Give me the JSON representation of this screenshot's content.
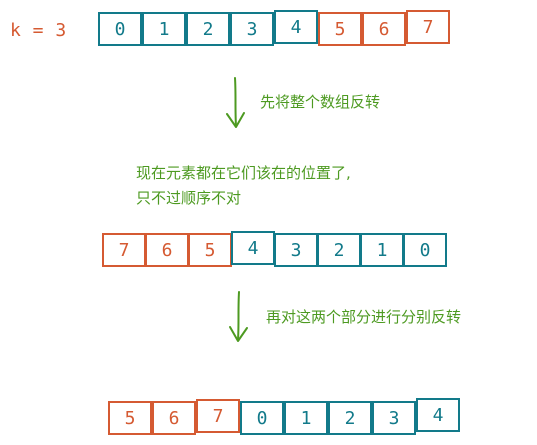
{
  "k_label": "k = 3",
  "colors": {
    "teal": "#127a8a",
    "red": "#d55a32",
    "green": "#4d9a21"
  },
  "step1_note": "先将整个数组反转",
  "middle_note": {
    "line1": "现在元素都在它们该在的位置了,",
    "line2": "只不过顺序不对"
  },
  "step2_note": "再对这两个部分进行分别反转",
  "arrays": {
    "original": {
      "values": [
        "0",
        "1",
        "2",
        "3",
        "4",
        "5",
        "6",
        "7"
      ],
      "colors": [
        "teal",
        "teal",
        "teal",
        "teal",
        "teal",
        "red",
        "red",
        "red"
      ]
    },
    "reversed": {
      "values": [
        "7",
        "6",
        "5",
        "4",
        "3",
        "2",
        "1",
        "0"
      ],
      "colors": [
        "red",
        "red",
        "red",
        "teal",
        "teal",
        "teal",
        "teal",
        "teal"
      ]
    },
    "final": {
      "values": [
        "5",
        "6",
        "7",
        "0",
        "1",
        "2",
        "3",
        "4"
      ],
      "colors": [
        "red",
        "red",
        "red",
        "teal",
        "teal",
        "teal",
        "teal",
        "teal"
      ]
    }
  }
}
